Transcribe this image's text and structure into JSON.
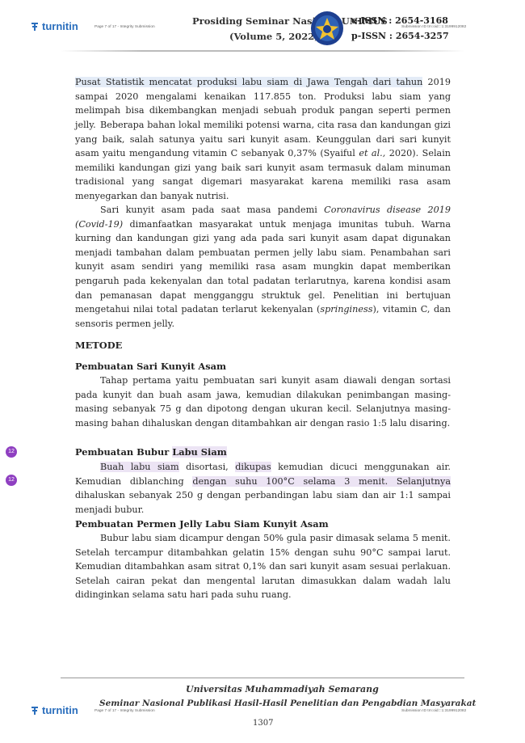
{
  "header": {
    "logo_text": "turnitin",
    "page_info": "Page 7 of 17 - Integrity Submission",
    "submission_id": "Submission ID trn:oid:::1:3199912082",
    "title_line1": "Prosiding Seminar Nasional UNIMUS",
    "title_line2": "(Volume 5, 2022)",
    "eissn": "e-ISSN : 2654-3168",
    "pissn": "p-ISSN : 2654-3257"
  },
  "body": {
    "para1_seg1": "Pusat Statistik mencatat produksi labu siam di Jawa Tengah dari tahun",
    "para1_seg2": " 2019 sampai 2020 mengalami kenaikan 117.855 ton. Produksi labu siam yang melimpah bisa dikembangkan menjadi sebuah produk pangan seperti permen jelly.",
    "para2_a": "Beberapa bahan lokal memiliki potensi warna, cita rasa dan kandungan gizi yang baik, salah satunya yaitu sari kunyit asam. Keunggulan dari sari kunyit asam yaitu mengandung vitamin C sebanyak 0,37% (Syaiful ",
    "para2_italic": "et al.,",
    "para2_b": " 2020). Selain memiliki kandungan gizi yang baik sari kunyit asam termasuk dalam minuman tradisional yang sangat digemari masyarakat karena memiliki rasa asam menyegarkan dan banyak nutrisi.",
    "para3_a": "Sari kunyit asam pada saat masa pandemi ",
    "para3_italic1": "Coronavirus disease 2019 (Covid-19)",
    "para3_b": " dimanfaatkan masyarakat untuk menjaga imunitas tubuh. Warna kurning dan kandungan gizi yang ada pada sari kunyit asam dapat digunakan menjadi tambahan dalam pembuatan permen jelly labu siam. Penambahan sari kunyit asam sendiri yang memiliki rasa asam mungkin dapat memberikan pengaruh pada kekenyalan dan total padatan terlarutnya, karena kondisi asam dan pemanasan dapat mengganggu struktuk gel. Penelitian ini bertujuan mengetahui nilai total padatan terlarut kekenyalan (",
    "para3_italic2": "springiness",
    "para3_c": "), vitamin C, dan sensoris permen jelly.",
    "section_metode": "METODE",
    "h_sari": "Pembuatan Sari Kunyit Asam",
    "p_sari": "Tahap pertama yaitu pembuatan sari kunyit asam diawali dengan sortasi pada kunyit dan buah asam jawa, kemudian dilakukan penimbangan masing-masing sebanyak 75 g dan dipotong dengan ukuran kecil. Selanjutnya masing-masing bahan dihaluskan dengan ditambahkan air dengan rasio 1:5 lalu disaring.",
    "h_bubur_a": "Pembuatan Bubur ",
    "h_bubur_b": "Labu Siam",
    "p_bubur_1": "Buah labu siam",
    "p_bubur_2": " disortasi, ",
    "p_bubur_3": "dikupas",
    "p_bubur_4": " kemudian dicuci menggunakan air. Kemudian diblanching ",
    "p_bubur_5": "dengan suhu 100°C selama 3 menit. Selanjutnya",
    "p_bubur_6": " dihaluskan sebanyak 250 g dengan perbandingan labu siam dan air 1:1 sampai menjadi bubur.",
    "h_permen": "Pembuatan Permen Jelly Labu Siam Kunyit Asam",
    "p_permen": "Bubur labu siam dicampur dengan 50% gula pasir dimasak selama 5 menit. Setelah tercampur ditambahkan gelatin 15% dengan suhu 90°C sampai larut. Kemudian ditambahkan asam sitrat 0,1% dan sari kunyit asam sesuai perlakuan. Setelah cairan pekat dan mengental larutan dimasukkan dalam wadah lalu didinginkan selama satu hari pada suhu ruang."
  },
  "markers": [
    "12",
    "12"
  ],
  "footer": {
    "line1": "Universitas Muhammadiyah Semarang",
    "line2": "Seminar Nasional Publikasi Hasil-Hasil Penelitian dan Pengabdian Masyarakat",
    "logo_text": "turnitin",
    "page_info": "Page 7 of 17 - Integrity Submission",
    "submission_id": "Submission ID trn:oid:::1:3199912082",
    "page_number": "1307"
  },
  "colors": {
    "turnitin_blue": "#2a6ebd",
    "highlight_blue": "#e4ecf7",
    "highlight_purple": "#ece4f4",
    "marker_purple": "#8f3fc1"
  }
}
